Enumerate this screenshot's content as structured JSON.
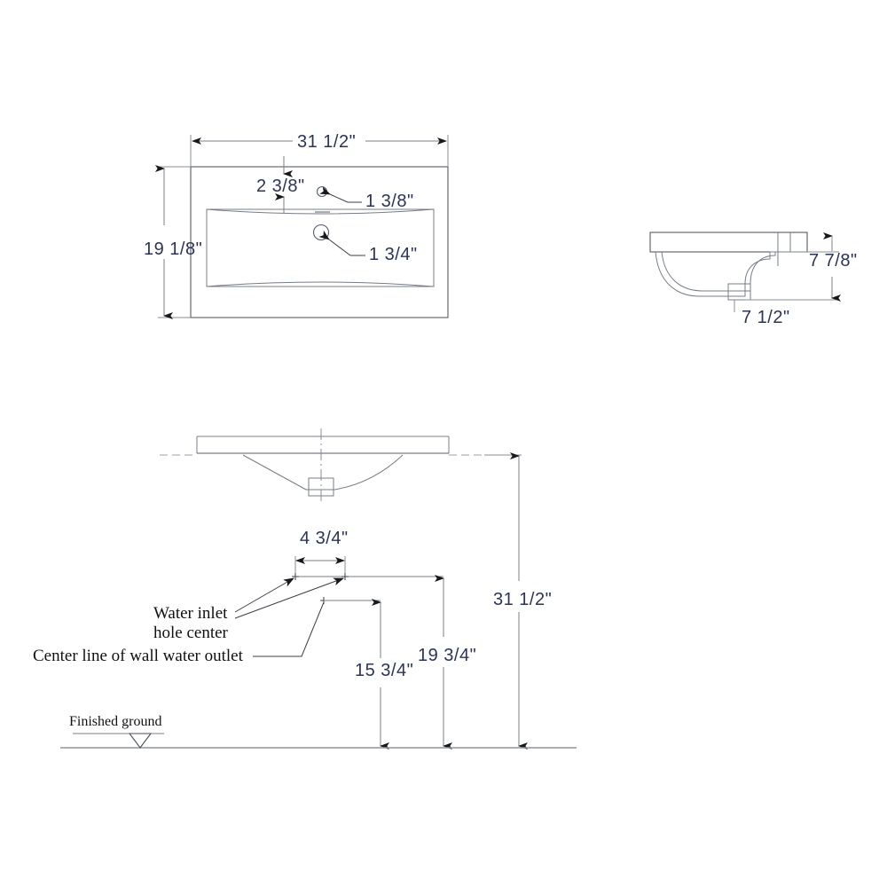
{
  "drawing": {
    "title": "Bathroom sink / vanity top dimensioned drawing",
    "units": "inches",
    "line_color": "#555b63",
    "dimension_text_color": "#2c3359",
    "note_text_color": "#111111",
    "background": "#ffffff"
  },
  "views": {
    "plan": {
      "name": "Top plan view",
      "dimensions": {
        "width": "31 1/2\"",
        "depth": "19 1/8\"",
        "hole_offset_from_back": "2 3/8\"",
        "small_hole_diameter": "1 3/8\"",
        "large_hole_diameter": "1 3/4\""
      }
    },
    "side": {
      "name": "Side section view",
      "dimensions": {
        "height": "7 7/8\"",
        "depth": "7 1/2\""
      }
    },
    "elevation": {
      "name": "Front elevation view",
      "dimensions": {
        "hole_spacing": "4 3/4\"",
        "wall_outlet_height": "15 3/4\"",
        "inlet_hole_height": "19 3/4\"",
        "rim_height": "31 1/2\""
      },
      "labels": {
        "water_inlet_line1": "Water inlet",
        "water_inlet_line2": "hole center",
        "wall_outlet": "Center line of wall water outlet",
        "finished_ground": "Finished ground"
      }
    }
  },
  "dimension_values": {
    "d_31_half": "31 1/2\"",
    "d_19_eighth": "19 1/8\"",
    "d_2_3_8": "2 3/8\"",
    "d_1_3_8": "1 3/8\"",
    "d_1_3_4": "1 3/4\"",
    "d_7_7_8": "7 7/8\"",
    "d_7_1_2": "7 1/2\"",
    "d_4_3_4": "4 3/4\"",
    "d_15_3_4": "15 3/4\"",
    "d_19_3_4": "19 3/4\"",
    "d_31_half_b": "31 1/2\""
  }
}
